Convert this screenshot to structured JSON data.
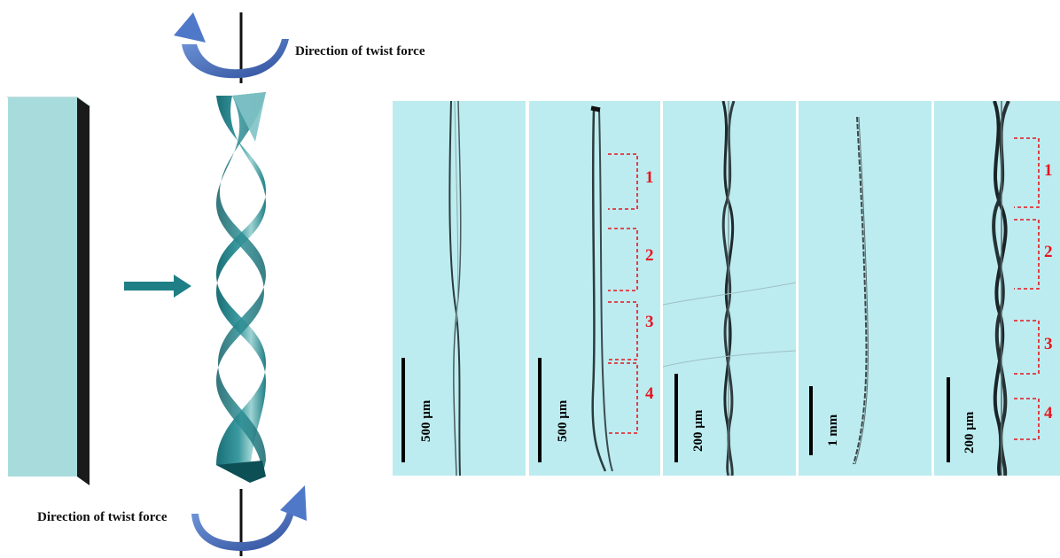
{
  "twist_labels": {
    "top": "Direction of twist force",
    "bottom": "Direction of twist force"
  },
  "panels": [
    {
      "scale": "500 µm",
      "segments": []
    },
    {
      "scale": "500 µm",
      "segments": [
        "1",
        "2",
        "3",
        "4"
      ]
    },
    {
      "scale": "200 µm",
      "segments": []
    },
    {
      "scale": "1 mm",
      "segments": []
    },
    {
      "scale": "200 µm",
      "segments": [
        "1",
        "2",
        "3",
        "4"
      ]
    }
  ],
  "colors": {
    "ribbon_face": "#a8dcdc",
    "ribbon_edge": "#1a1a1a",
    "twist_teal": "#1f7f86",
    "arrow_blue": "#3b5fa8",
    "micrograph_bg": "#bcecf0",
    "segment_marker": "#e8141c"
  }
}
